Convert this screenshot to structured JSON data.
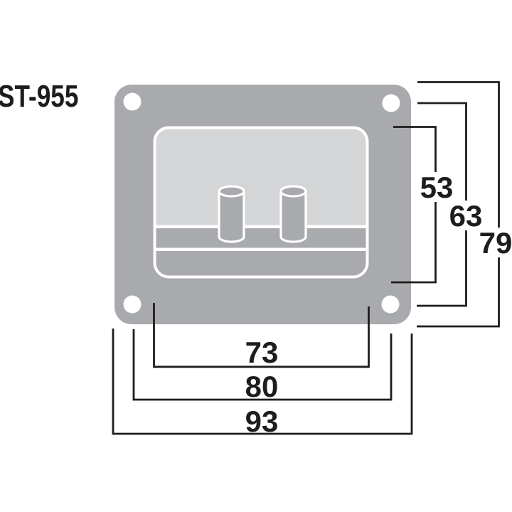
{
  "title": "ST-955",
  "drawing": {
    "description": "speaker-terminal-dimension-drawing",
    "dimensions": {
      "recess_height": "53",
      "hole_pitch_vertical": "63",
      "overall_height": "79",
      "recess_width": "73",
      "hole_pitch_horizontal": "80",
      "overall_width": "93"
    }
  },
  "colors": {
    "plate": "#A8AAAD",
    "recess": "#D4D5D6",
    "line": "#1D1D1B",
    "bg": "#FFFFFF"
  }
}
